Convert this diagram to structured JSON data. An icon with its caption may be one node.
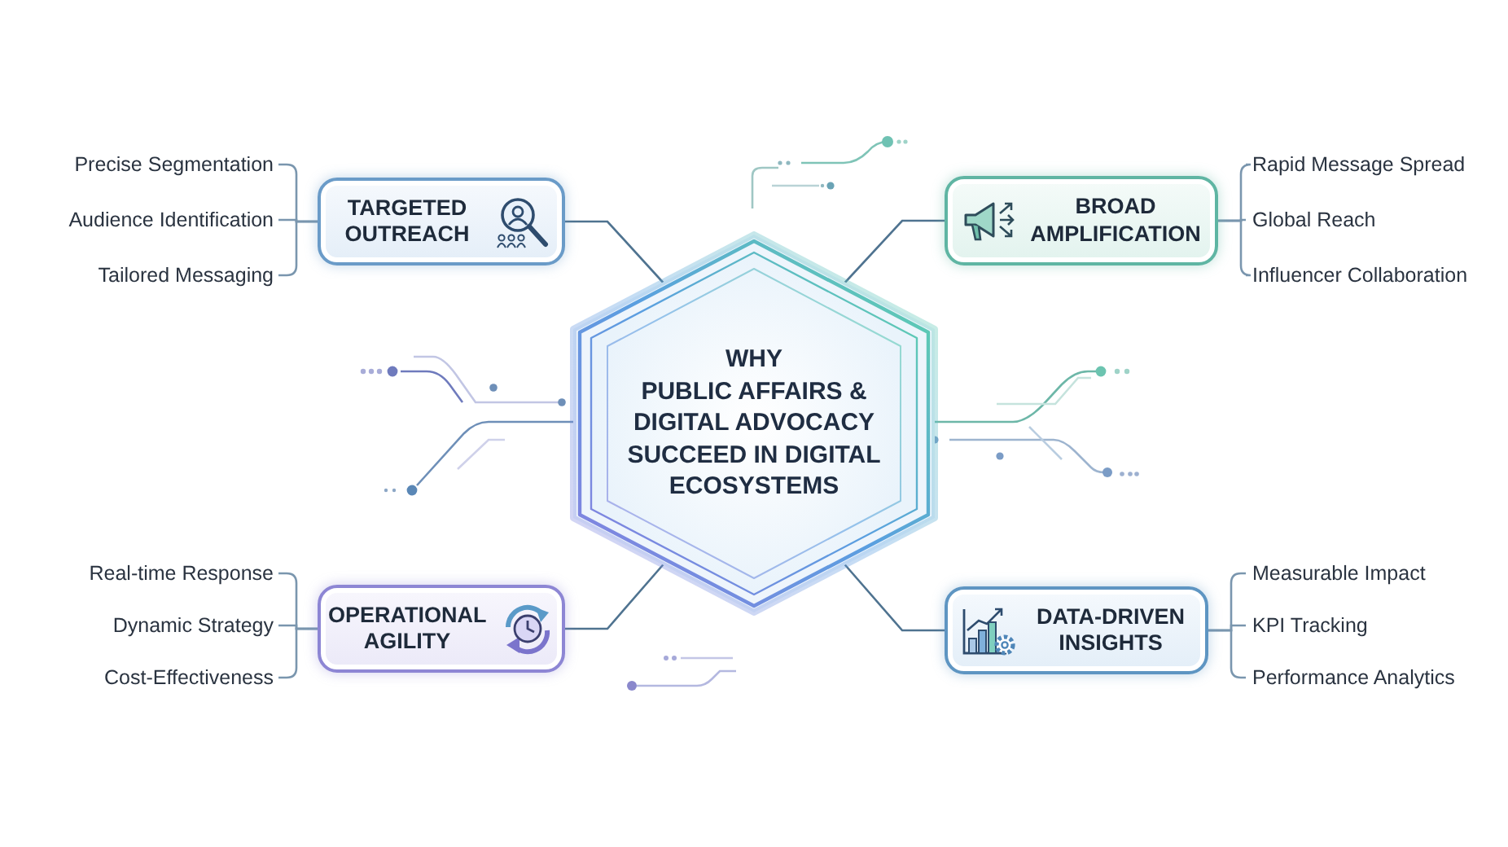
{
  "diagram": {
    "nodes": [
      {
        "text": [
          "TARGETED OUTREACH"
        ]
      },
      {
        "text": [
          "BROAD AMPLIFICATION"
        ]
      },
      {
        "text": [
          "WHY",
          "PUBLIC AFFAIRS & DIGITAL ADVOCACY SUCCEED IN DIGITAL ECOSYSTEMS"
        ]
      },
      {
        "text": [
          "OPERATIONAL AGILITY"
        ]
      },
      {
        "text": [
          "DATA-DRIVEN INSIGHTS"
        ]
      },
      {
        "text": [
          "Precise Segmentation"
        ]
      },
      {
        "text": [
          "Audience Identification"
        ]
      },
      {
        "text": [
          "Tailored Messaging"
        ]
      },
      {
        "text": [
          "Rapid Message Spread"
        ]
      },
      {
        "text": [
          "Global Reach"
        ]
      },
      {
        "text": [
          "Influencer Collaboration"
        ]
      },
      {
        "text": [
          "Real-time Response"
        ]
      },
      {
        "text": [
          "Dynamic Strategy"
        ]
      },
      {
        "text": [
          "Cost-Effectiveness"
        ]
      },
      {
        "text": [
          "Measurable Impact"
        ]
      },
      {
        "text": [
          "KPI Tracking"
        ]
      },
      {
        "text": [
          "Performance Analytics"
        ]
      }
    ],
    "edges": [
      {
        "from": 2,
        "to": 0,
        "arrow": "other"
      },
      {
        "from": 2,
        "to": 1,
        "arrow": "other"
      },
      {
        "from": 2,
        "to": 3,
        "arrow": "other"
      },
      {
        "from": 2,
        "to": 4,
        "arrow": "other"
      },
      {
        "from": 0,
        "to": 5,
        "arrow": "none"
      },
      {
        "from": 0,
        "to": 6,
        "arrow": "none"
      },
      {
        "from": 0,
        "to": 7,
        "arrow": "none"
      },
      {
        "from": 1,
        "to": 8,
        "arrow": "none"
      },
      {
        "from": 1,
        "to": 9,
        "arrow": "none"
      },
      {
        "from": 1,
        "to": 10,
        "arrow": "none"
      },
      {
        "from": 3,
        "to": 11,
        "arrow": "none"
      },
      {
        "from": 3,
        "to": 12,
        "arrow": "none"
      },
      {
        "from": 3,
        "to": 13,
        "arrow": "none"
      },
      {
        "from": 4,
        "to": 14,
        "arrow": "none"
      },
      {
        "from": 4,
        "to": 15,
        "arrow": "none"
      },
      {
        "from": 4,
        "to": 16,
        "arrow": "none"
      }
    ]
  }
}
